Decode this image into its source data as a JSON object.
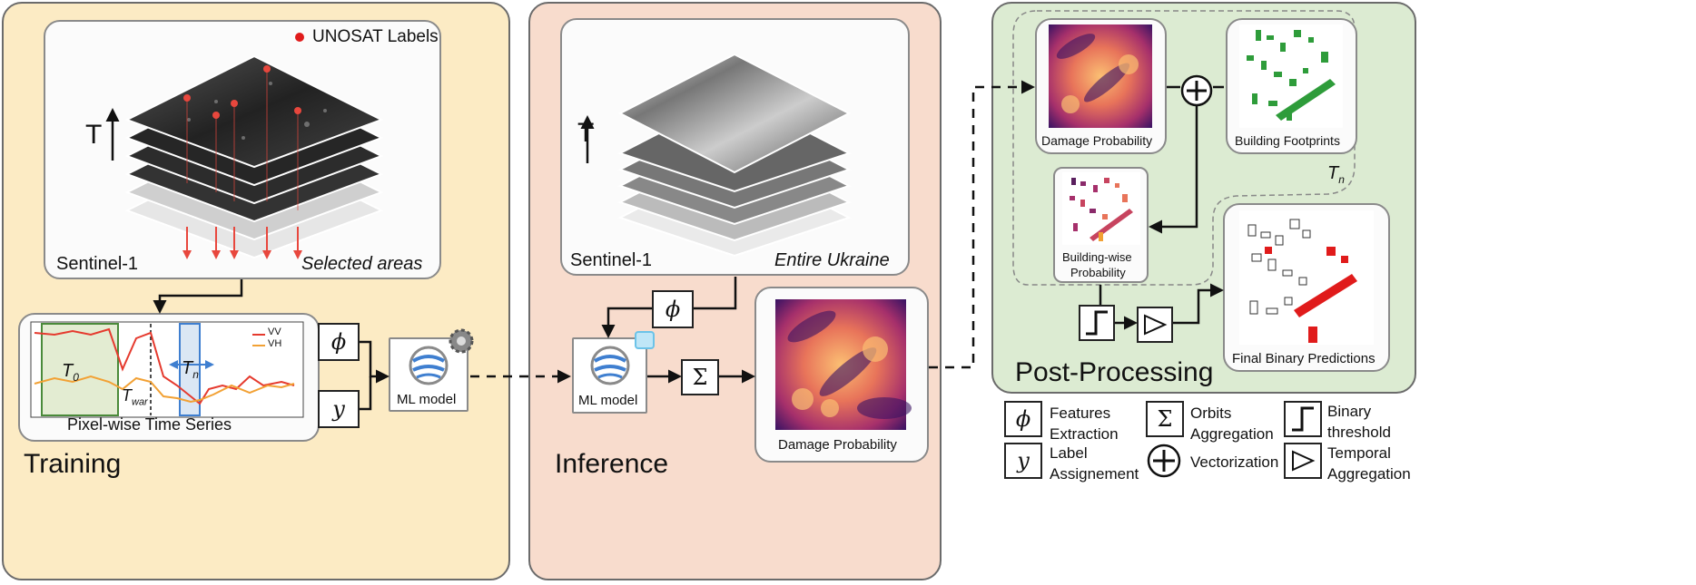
{
  "training": {
    "title": "Training",
    "legend_label": "UNOSAT Labels",
    "time_axis": "T",
    "source_label": "Sentinel-1",
    "area_label": "Selected areas",
    "series_box": {
      "title": "Pixel-wise Time Series",
      "vv": "VV",
      "vh": "VH",
      "t0": "T",
      "t0_sub": "0",
      "tn": "T",
      "tn_sub": "n",
      "twar": "T",
      "twar_sub": "war"
    },
    "phi": "ϕ",
    "y": "y",
    "model_label": "ML model"
  },
  "inference": {
    "title": "Inference",
    "time_axis": "T",
    "source_label": "Sentinel-1",
    "area_label": "Entire Ukraine",
    "phi": "ϕ",
    "sigma": "Σ",
    "model_label": "ML model",
    "output_label": "Damage Probability"
  },
  "post": {
    "title": "Post-Processing",
    "damage_label": "Damage Probability",
    "footprints_label": "Building Footprints",
    "building_label_1": "Building-wise",
    "building_label_2": "Probability",
    "tn": "T",
    "tn_sub": "n",
    "final_label": "Final Binary Predictions"
  },
  "legend": {
    "phi_1": "Features",
    "phi_2": "Extraction",
    "sigma_1": "Orbits",
    "sigma_2": "Aggregation",
    "binary_1": "Binary",
    "binary_2": "threshold",
    "y_1": "Label",
    "y_2": "Assignement",
    "vector": "Vectorization",
    "temporal_1": "Temporal",
    "temporal_2": "Aggregation"
  },
  "colors": {
    "training_bg": "#fcebc4",
    "inference_bg": "#f8dccd",
    "post_bg": "#dcebd2",
    "arrow_red": "#e8473d",
    "vv_line": "#e53a2e",
    "vh_line": "#f2a134",
    "building_green": "#2e9c3a",
    "pred_red": "#e01b1b"
  }
}
